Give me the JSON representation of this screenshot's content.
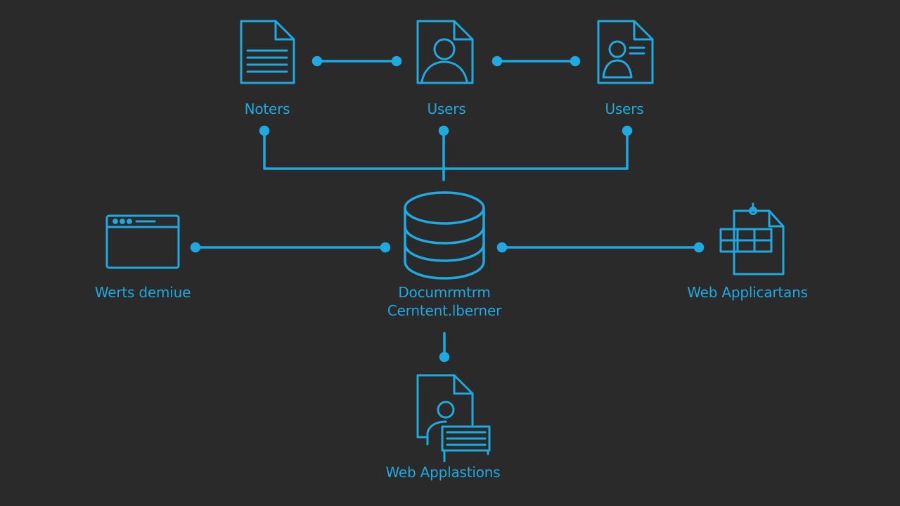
{
  "colors": {
    "background": "#2a2a2a",
    "accent": "#1fa9e1"
  },
  "nodes": {
    "top_left": {
      "label": "Noters",
      "icon": "document-icon"
    },
    "top_center": {
      "label": "Users",
      "icon": "user-document-icon"
    },
    "top_right": {
      "label": "Users",
      "icon": "user-profile-card-icon"
    },
    "left": {
      "label": "Werts demiue",
      "icon": "browser-window-icon"
    },
    "center": {
      "label_line1": "Documrmtrm",
      "label_line2": "Cerntent.lberner",
      "icon": "database-icon"
    },
    "right": {
      "label": "Web Applicartans",
      "icon": "spreadsheet-document-icon"
    },
    "bottom": {
      "label": "Web Applastions",
      "icon": "user-document-list-icon"
    }
  }
}
